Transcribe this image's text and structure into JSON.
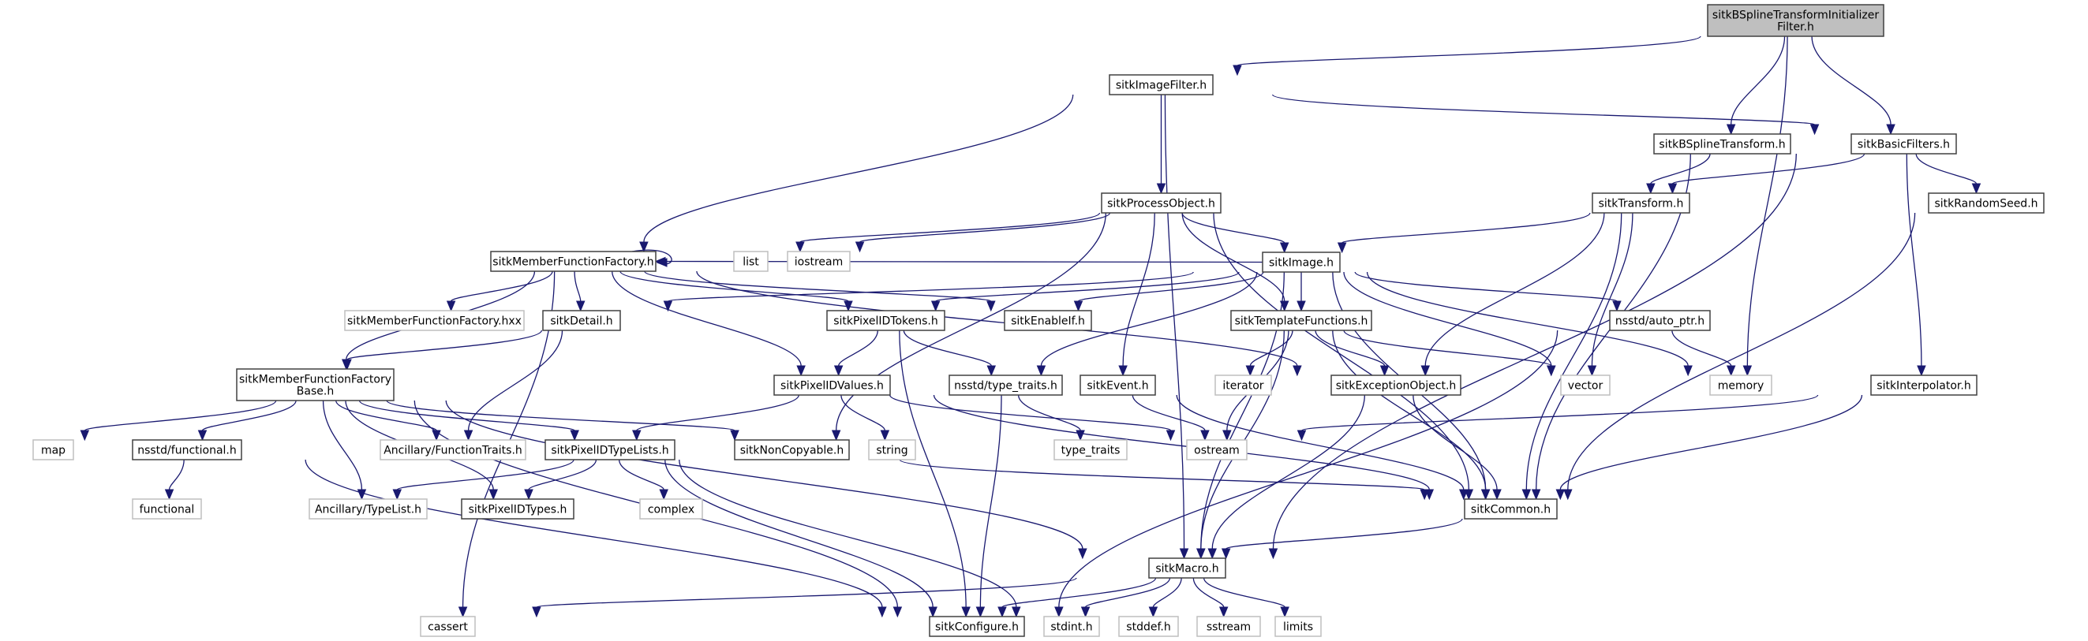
{
  "graph": {
    "type": "include-dependency-graph",
    "colors": {
      "edge": "#191970",
      "root_fill": "#bfbfbf",
      "node_border": "#404040",
      "external_border": "#bfbfbf"
    },
    "nodes": [
      {
        "label": "sitkBSplineTransformInitializer\nFilter.h",
        "root": true
      },
      {
        "label": "sitkImageFilter.h"
      },
      {
        "label": "sitkBSplineTransform.h"
      },
      {
        "label": "sitkBasicFilters.h"
      },
      {
        "label": "sitkProcessObject.h"
      },
      {
        "label": "sitkTransform.h"
      },
      {
        "label": "sitkRandomSeed.h"
      },
      {
        "label": "sitkMemberFunctionFactory.h"
      },
      {
        "label": "list",
        "external": true
      },
      {
        "label": "iostream",
        "external": true
      },
      {
        "label": "sitkImage.h"
      },
      {
        "label": "sitkMemberFunctionFactory.hxx",
        "external": true
      },
      {
        "label": "sitkDetail.h"
      },
      {
        "label": "sitkPixelIDTokens.h"
      },
      {
        "label": "sitkEnableIf.h"
      },
      {
        "label": "sitkTemplateFunctions.h"
      },
      {
        "label": "nsstd/auto_ptr.h"
      },
      {
        "label": "sitkMemberFunctionFactory\nBase.h"
      },
      {
        "label": "sitkPixelIDValues.h"
      },
      {
        "label": "nsstd/type_traits.h"
      },
      {
        "label": "sitkEvent.h"
      },
      {
        "label": "iterator",
        "external": true
      },
      {
        "label": "sitkExceptionObject.h"
      },
      {
        "label": "vector",
        "external": true
      },
      {
        "label": "memory",
        "external": true
      },
      {
        "label": "sitkInterpolator.h"
      },
      {
        "label": "map",
        "external": true
      },
      {
        "label": "nsstd/functional.h"
      },
      {
        "label": "Ancillary/FunctionTraits.h",
        "external": true
      },
      {
        "label": "sitkPixelIDTypeLists.h"
      },
      {
        "label": "sitkNonCopyable.h"
      },
      {
        "label": "string",
        "external": true
      },
      {
        "label": "type_traits",
        "external": true
      },
      {
        "label": "ostream",
        "external": true
      },
      {
        "label": "functional",
        "external": true
      },
      {
        "label": "Ancillary/TypeList.h",
        "external": true
      },
      {
        "label": "sitkPixelIDTypes.h"
      },
      {
        "label": "complex",
        "external": true
      },
      {
        "label": "sitkCommon.h"
      },
      {
        "label": "sitkMacro.h"
      },
      {
        "label": "cassert",
        "external": true
      },
      {
        "label": "sitkConfigure.h"
      },
      {
        "label": "stdint.h",
        "external": true
      },
      {
        "label": "stddef.h",
        "external": true
      },
      {
        "label": "sstream",
        "external": true
      },
      {
        "label": "limits",
        "external": true
      }
    ],
    "edges": [
      [
        0,
        1
      ],
      [
        0,
        2
      ],
      [
        0,
        3
      ],
      [
        0,
        24
      ],
      [
        1,
        7
      ],
      [
        1,
        4
      ],
      [
        1,
        3
      ],
      [
        1,
        39
      ],
      [
        2,
        5
      ],
      [
        2,
        38
      ],
      [
        3,
        5
      ],
      [
        3,
        6
      ],
      [
        3,
        25
      ],
      [
        3,
        39
      ],
      [
        4,
        8
      ],
      [
        4,
        9
      ],
      [
        4,
        10
      ],
      [
        4,
        15
      ],
      [
        4,
        20
      ],
      [
        4,
        30
      ],
      [
        4,
        38
      ],
      [
        5,
        10
      ],
      [
        5,
        22
      ],
      [
        5,
        23
      ],
      [
        5,
        38
      ],
      [
        6,
        38
      ],
      [
        7,
        7
      ],
      [
        7,
        11
      ],
      [
        7,
        12
      ],
      [
        7,
        17
      ],
      [
        7,
        13
      ],
      [
        7,
        18
      ],
      [
        7,
        14
      ],
      [
        7,
        22
      ],
      [
        7,
        40
      ],
      [
        10,
        7
      ],
      [
        10,
        12
      ],
      [
        10,
        13
      ],
      [
        10,
        14
      ],
      [
        10,
        15
      ],
      [
        10,
        19
      ],
      [
        10,
        16
      ],
      [
        10,
        23
      ],
      [
        10,
        24
      ],
      [
        10,
        38
      ],
      [
        10,
        39
      ],
      [
        12,
        17
      ],
      [
        12,
        28
      ],
      [
        13,
        18
      ],
      [
        13,
        19
      ],
      [
        13,
        41
      ],
      [
        15,
        21
      ],
      [
        15,
        22
      ],
      [
        15,
        23
      ],
      [
        15,
        38
      ],
      [
        15,
        39
      ],
      [
        15,
        33
      ],
      [
        16,
        24
      ],
      [
        16,
        41
      ],
      [
        17,
        26
      ],
      [
        17,
        27
      ],
      [
        17,
        28
      ],
      [
        17,
        35
      ],
      [
        17,
        29
      ],
      [
        17,
        36
      ],
      [
        17,
        30
      ],
      [
        17,
        39
      ],
      [
        17,
        41
      ],
      [
        18,
        29
      ],
      [
        18,
        31
      ],
      [
        18,
        33
      ],
      [
        18,
        38
      ],
      [
        19,
        32
      ],
      [
        19,
        41
      ],
      [
        20,
        33
      ],
      [
        20,
        38
      ],
      [
        22,
        38
      ],
      [
        22,
        39
      ],
      [
        25,
        33
      ],
      [
        25,
        38
      ],
      [
        27,
        34
      ],
      [
        27,
        41
      ],
      [
        29,
        35
      ],
      [
        29,
        36
      ],
      [
        29,
        37
      ],
      [
        29,
        41
      ],
      [
        29,
        42
      ],
      [
        30,
        38
      ],
      [
        38,
        39
      ],
      [
        39,
        40
      ],
      [
        39,
        41
      ],
      [
        39,
        42
      ],
      [
        39,
        43
      ],
      [
        39,
        44
      ],
      [
        39,
        45
      ]
    ]
  }
}
